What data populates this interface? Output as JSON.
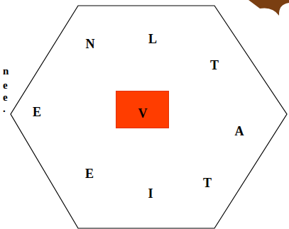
{
  "diagram": {
    "nodes": [
      {
        "text": [
          "N",
          "L",
          "T",
          "A",
          "T",
          "I",
          "E",
          "E"
        ]
      },
      {
        "text": [
          "V"
        ],
        "in": 0
      }
    ],
    "labels": [
      "n",
      "e",
      "e",
      "."
    ]
  }
}
